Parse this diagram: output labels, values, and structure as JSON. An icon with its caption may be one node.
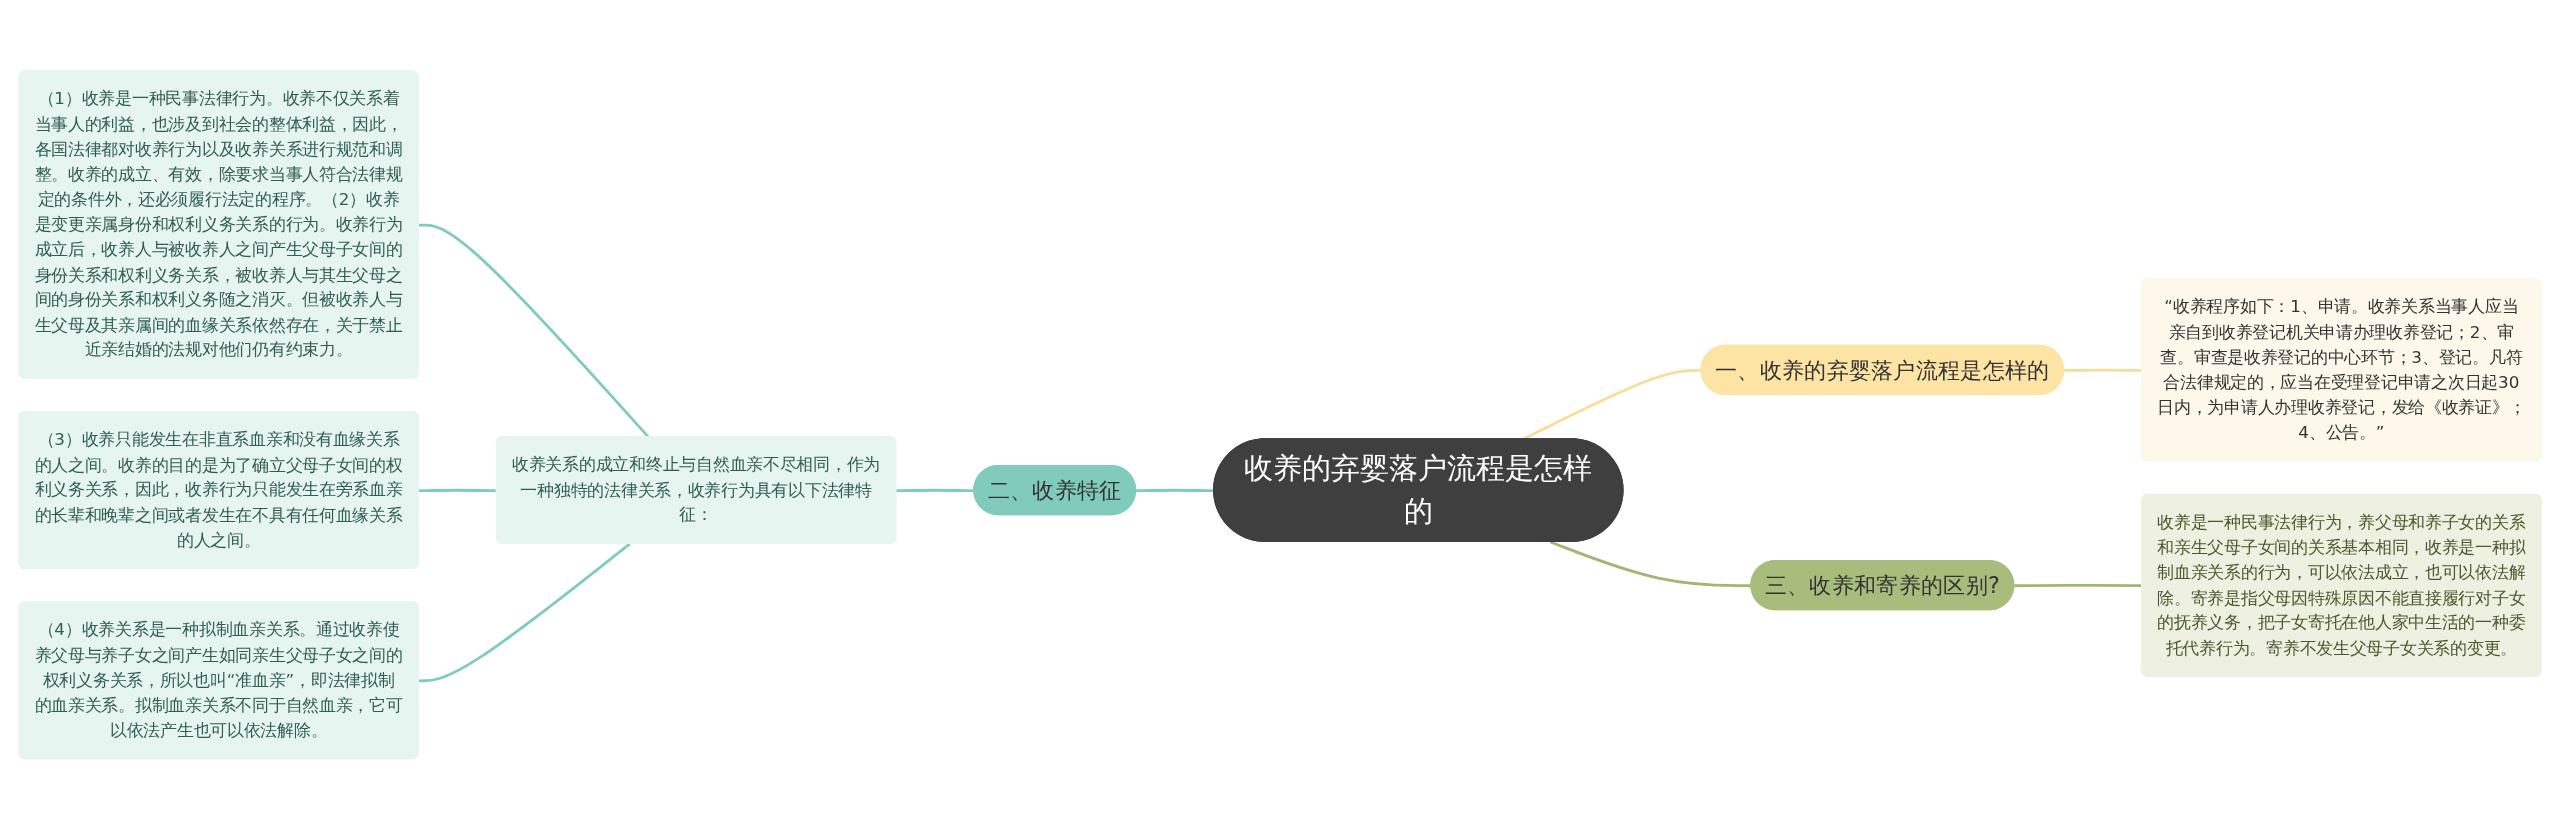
{
  "diagram": {
    "nodes": [
      {
        "text": [
          "收养的弃婴落户流程是怎样的"
        ]
      },
      {
        "text": [
          "一、收养的弃婴落户流程是怎样的"
        ]
      },
      {
        "text": [
          "“收养程序如下：1、申请。收养关系当事人应当亲自到收养登记机关申请办理收养登记；2、审查。审查是收养登记的中心环节；3、登记。凡符合法律规定的，应当在受理登记申请之次日起30日内，为申请人办理收养登记，发给《收养证》；4、公告。”"
        ]
      },
      {
        "text": [
          "二、收养特征"
        ]
      },
      {
        "text": [
          "收养关系的成立和终止与自然血亲不尽相同，作为一种独特的法律关系，收养行为具有以下法律特征："
        ]
      },
      {
        "text": [
          "（1）收养是一种民事法律行为。收养不仅关系着当事人的利益，也涉及到社会的整体利益，因此，各国法律都对收养行为以及收养关系进行规范和调整。收养的成立、有效，除要求当事人符合法律规定的条件外，还必须履行法定的程序。（2）收养是变更亲属身份和权利义务关系的行为。收养行为成立后，收养人与被收养人之间产生父母子女间的身份关系和权利义务关系，被收养人与其生父母之间的身份关系和权利义务随之消灭。但被收养人与生父母及其亲属间的血缘关系依然存在，关于禁止近亲结婚的法规对他们仍有约束力。"
        ]
      },
      {
        "text": [
          "（3）收养只能发生在非直系血亲和没有血缘关系的人之间。收养的目的是为了确立父母子女间的权利义务关系，因此，收养行为只能发生在旁系血亲的长辈和晚辈之间或者发生在不具有任何血缘关系的人之间。"
        ]
      },
      {
        "text": [
          "（4）收养关系是一种拟制血亲关系。通过收养使养父母与养子女之间产生如同亲生父母子女之间的权利义务关系，所以也叫“准血亲”，即法律拟制的血亲关系。拟制血亲关系不同于自然血亲，它可以依法产生也可以依法解除。"
        ]
      },
      {
        "text": [
          "三、收养和寄养的区别?"
        ]
      },
      {
        "text": [
          "收养是一种民事法律行为，养父母和养子女的关系和亲生父母子女间的关系基本相同，收养是一种拟制血亲关系的行为，可以依法成立，也可以依法解除。寄养是指父母因特殊原因不能直接履行对子女的抚养义务，把子女寄托在他人家中生活的一种委托代养行为。寄养不发生父母子女关系的变更。"
        ]
      }
    ],
    "edges": [
      {
        "from": 0,
        "to": 1,
        "arrow": "none",
        "color": "#f7dc9a"
      },
      {
        "from": 1,
        "to": 2,
        "arrow": "none",
        "color": "#f7dc9a"
      },
      {
        "from": 3,
        "to": 0,
        "arrow": "none"
      },
      {
        "from": 4,
        "to": 3,
        "arrow": "none"
      },
      {
        "from": 5,
        "to": 4,
        "arrow": "none"
      },
      {
        "from": 6,
        "to": 4,
        "arrow": "none"
      },
      {
        "from": 7,
        "to": 4,
        "arrow": "none"
      },
      {
        "from": 0,
        "to": 8,
        "arrow": "none",
        "color": "#a2b573"
      },
      {
        "from": 8,
        "to": 9,
        "arrow": "none",
        "color": "#a2b573"
      }
    ]
  }
}
